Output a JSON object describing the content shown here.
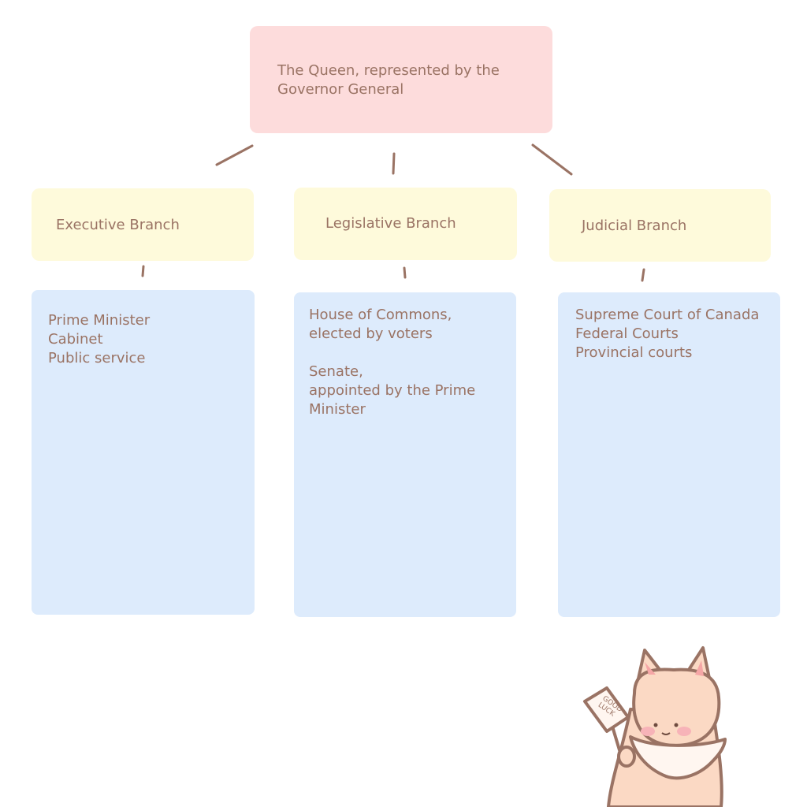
{
  "root": {
    "text": "The Queen, represented by the\nGovernor General"
  },
  "branches": [
    {
      "title": "Executive Branch",
      "details": "Prime Minister\nCabinet\nPublic service"
    },
    {
      "title": "Legislative Branch",
      "details": "House of Commons,\nelected by voters\n\nSenate,\nappointed by the Prime\nMinister"
    },
    {
      "title": "Judicial Branch",
      "details": "Supreme Court of Canada\nFederal Courts\nProvincial courts"
    }
  ],
  "mascot": {
    "sign_text": "GOOD\nLUCK"
  },
  "colors": {
    "root": "#fddcdc",
    "branch": "#fefadb",
    "detail": "#ddebfc",
    "text": "#9a7364"
  }
}
